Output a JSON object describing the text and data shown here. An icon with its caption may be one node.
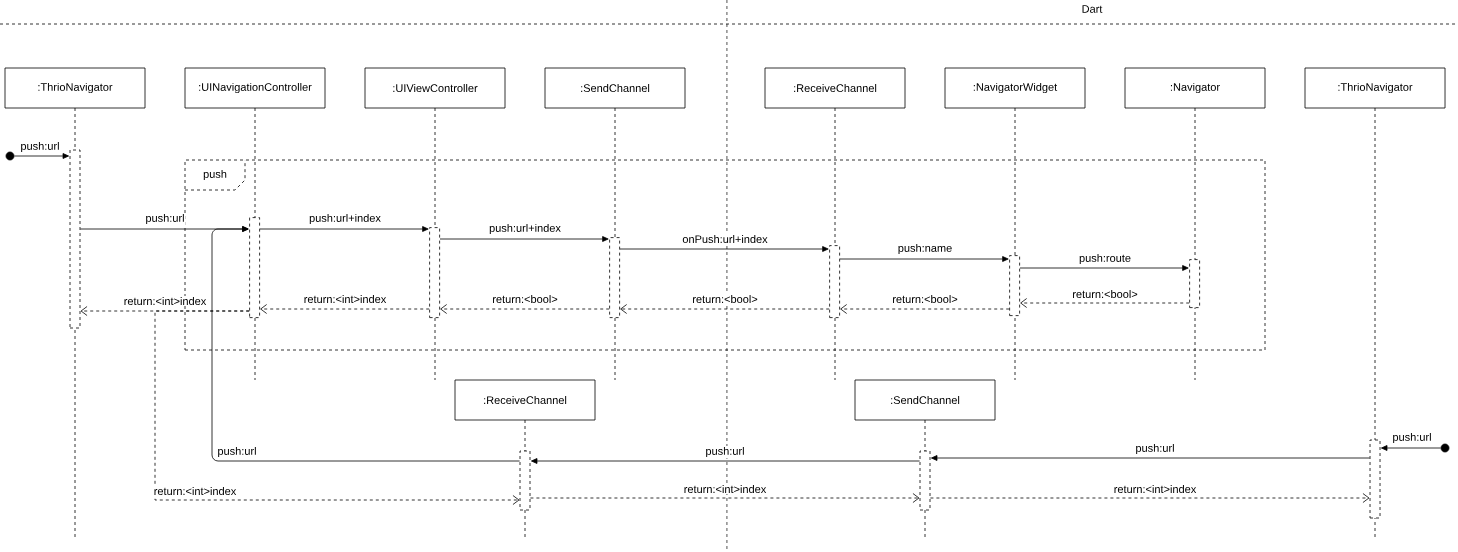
{
  "diagram": {
    "nodes": [
      {
        "text": [
          ":ThrioNavigator"
        ]
      },
      {
        "text": [
          ":UINavigationController"
        ]
      },
      {
        "text": [
          ":UIViewController"
        ]
      },
      {
        "text": [
          ":SendChannel"
        ]
      },
      {
        "text": [
          ":ReceiveChannel"
        ]
      },
      {
        "text": [
          ":NavigatorWidget"
        ]
      },
      {
        "text": [
          ":Navigator"
        ]
      },
      {
        "text": [
          ":ThrioNavigator"
        ]
      },
      {
        "text": [
          ":ReceiveChannel"
        ]
      },
      {
        "text": [
          ":SendChannel"
        ]
      },
      {
        "text": [
          "push"
        ]
      },
      {
        "text": [],
        "shape": "bar"
      },
      {
        "text": [],
        "shape": "bar",
        "in": 10
      },
      {
        "text": [],
        "shape": "bar",
        "in": 10
      },
      {
        "text": [],
        "shape": "bar",
        "in": 10
      },
      {
        "text": [],
        "shape": "bar",
        "in": 10
      },
      {
        "text": [],
        "shape": "bar",
        "in": 10
      },
      {
        "text": [],
        "shape": "bar",
        "in": 10
      },
      {
        "text": [],
        "shape": "bar"
      },
      {
        "text": [],
        "shape": "bar"
      },
      {
        "text": [],
        "shape": "bar"
      },
      {
        "text": [],
        "shape": "circle"
      },
      {
        "text": [],
        "shape": "circle"
      }
    ],
    "edges": [
      {
        "from": 21,
        "to": 11,
        "arrow": "to",
        "label": "push:url"
      },
      {
        "from": 11,
        "to": 12,
        "arrow": "to",
        "label": "push:url"
      },
      {
        "from": 12,
        "to": 13,
        "arrow": "to",
        "label": "push:url+index"
      },
      {
        "from": 13,
        "to": 14,
        "arrow": "to",
        "label": "push:url+index"
      },
      {
        "from": 14,
        "to": 15,
        "arrow": "to",
        "label": "onPush:url+index"
      },
      {
        "from": 15,
        "to": 16,
        "arrow": "to",
        "label": "push:name"
      },
      {
        "from": 16,
        "to": 17,
        "arrow": "to",
        "label": "push:route"
      },
      {
        "from": 17,
        "to": 16,
        "arrow": "to",
        "label": "return:<bool>",
        "style": "dashed"
      },
      {
        "from": 16,
        "to": 15,
        "arrow": "to",
        "label": "return:<bool>",
        "style": "dashed"
      },
      {
        "from": 15,
        "to": 14,
        "arrow": "to",
        "label": "return:<bool>",
        "style": "dashed"
      },
      {
        "from": 14,
        "to": 13,
        "arrow": "to",
        "label": "return:<bool>",
        "style": "dashed"
      },
      {
        "from": 13,
        "to": 12,
        "arrow": "to",
        "label": "return:<int>index",
        "style": "dashed"
      },
      {
        "from": 12,
        "to": 11,
        "arrow": "to",
        "label": "return:<int>index",
        "style": "dashed"
      },
      {
        "from": 22,
        "to": 20,
        "arrow": "to",
        "label": "push:url"
      },
      {
        "from": 20,
        "to": 19,
        "arrow": "to",
        "label": "push:url"
      },
      {
        "from": 19,
        "to": 18,
        "arrow": "to",
        "label": "push:url"
      },
      {
        "from": 18,
        "to": 12,
        "arrow": "to",
        "label": "push:url"
      },
      {
        "from": 12,
        "to": 18,
        "arrow": "to",
        "label": "return:<int>index",
        "style": "dashed"
      },
      {
        "from": 18,
        "to": 19,
        "arrow": "to",
        "label": "return:<int>index",
        "style": "dashed"
      },
      {
        "from": 19,
        "to": 20,
        "arrow": "to",
        "label": "return:<int>index",
        "style": "dashed"
      }
    ],
    "labels": [
      "Dart"
    ]
  }
}
